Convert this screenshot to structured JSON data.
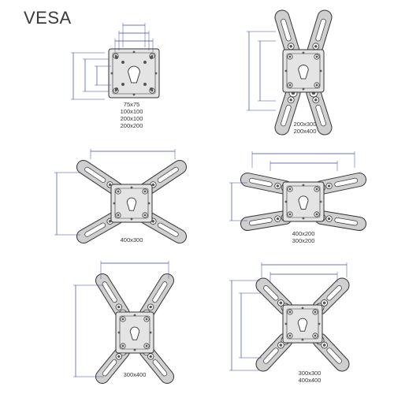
{
  "title": "VESA",
  "diagrams": [
    {
      "id": "d1",
      "labels": [
        "75x75",
        "100x100",
        "200x100",
        "200x200"
      ]
    },
    {
      "id": "d2",
      "labels": [
        "200x300",
        "200x400"
      ]
    },
    {
      "id": "d3",
      "labels": [
        "400x300"
      ]
    },
    {
      "id": "d4",
      "labels": [
        "400x200",
        "300x200"
      ]
    },
    {
      "id": "d5",
      "labels": [
        "300x400"
      ]
    },
    {
      "id": "d6",
      "labels": [
        "300x300",
        "400x400"
      ]
    }
  ],
  "colors": {
    "line": "#333333",
    "plate_fill": "#e4e4e4",
    "arm_fill": "#cfcfcf",
    "slot_fill": "#ffffff",
    "dimension": "#3b4aa8",
    "hole": "#555555"
  }
}
